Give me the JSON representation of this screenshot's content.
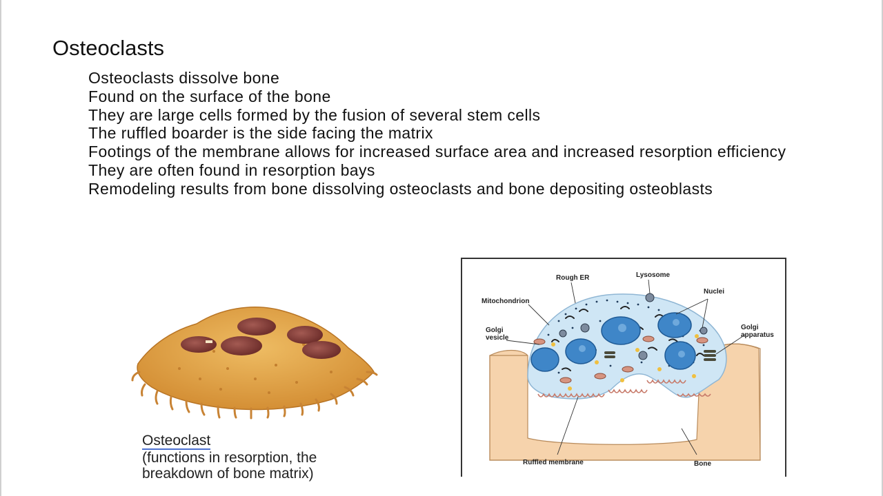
{
  "slide": {
    "title": "Osteoclasts",
    "bullets": [
      "Osteoclasts dissolve bone",
      "Found on the surface of the bone",
      "They are large cells formed by the fusion of several stem cells",
      "The ruffled boarder is the side facing the matrix",
      "Footings of the membrane allows for increased surface area and increased resorption efficiency",
      "They are often found in resorption bays",
      "Remodeling results from bone dissolving osteoclasts and bone depositing osteoblasts"
    ],
    "caption": {
      "title": "Osteoclast",
      "line1": "(functions in resorption, the",
      "line2": "breakdown of bone matrix)"
    }
  },
  "diagram": {
    "labels": {
      "rough_er": "Rough ER",
      "lysosome": "Lysosome",
      "mitochondrion": "Mitochondrion",
      "nuclei": "Nuclei",
      "golgi_vesicle_1": "Golgi",
      "golgi_vesicle_2": "vesicle",
      "golgi_apparatus_1": "Golgi",
      "golgi_apparatus_2": "apparatus",
      "ruffled_membrane": "Ruffled membrane",
      "bone": "Bone"
    }
  },
  "colors": {
    "cell_body": "#e1a44a",
    "nucleus": "#8a3f3c",
    "cytoplasm": "#cfe6f5",
    "nucleus_blue": "#3f86c8",
    "bone": "#f6d3ac",
    "caption_underline": "#4a6fd0"
  }
}
